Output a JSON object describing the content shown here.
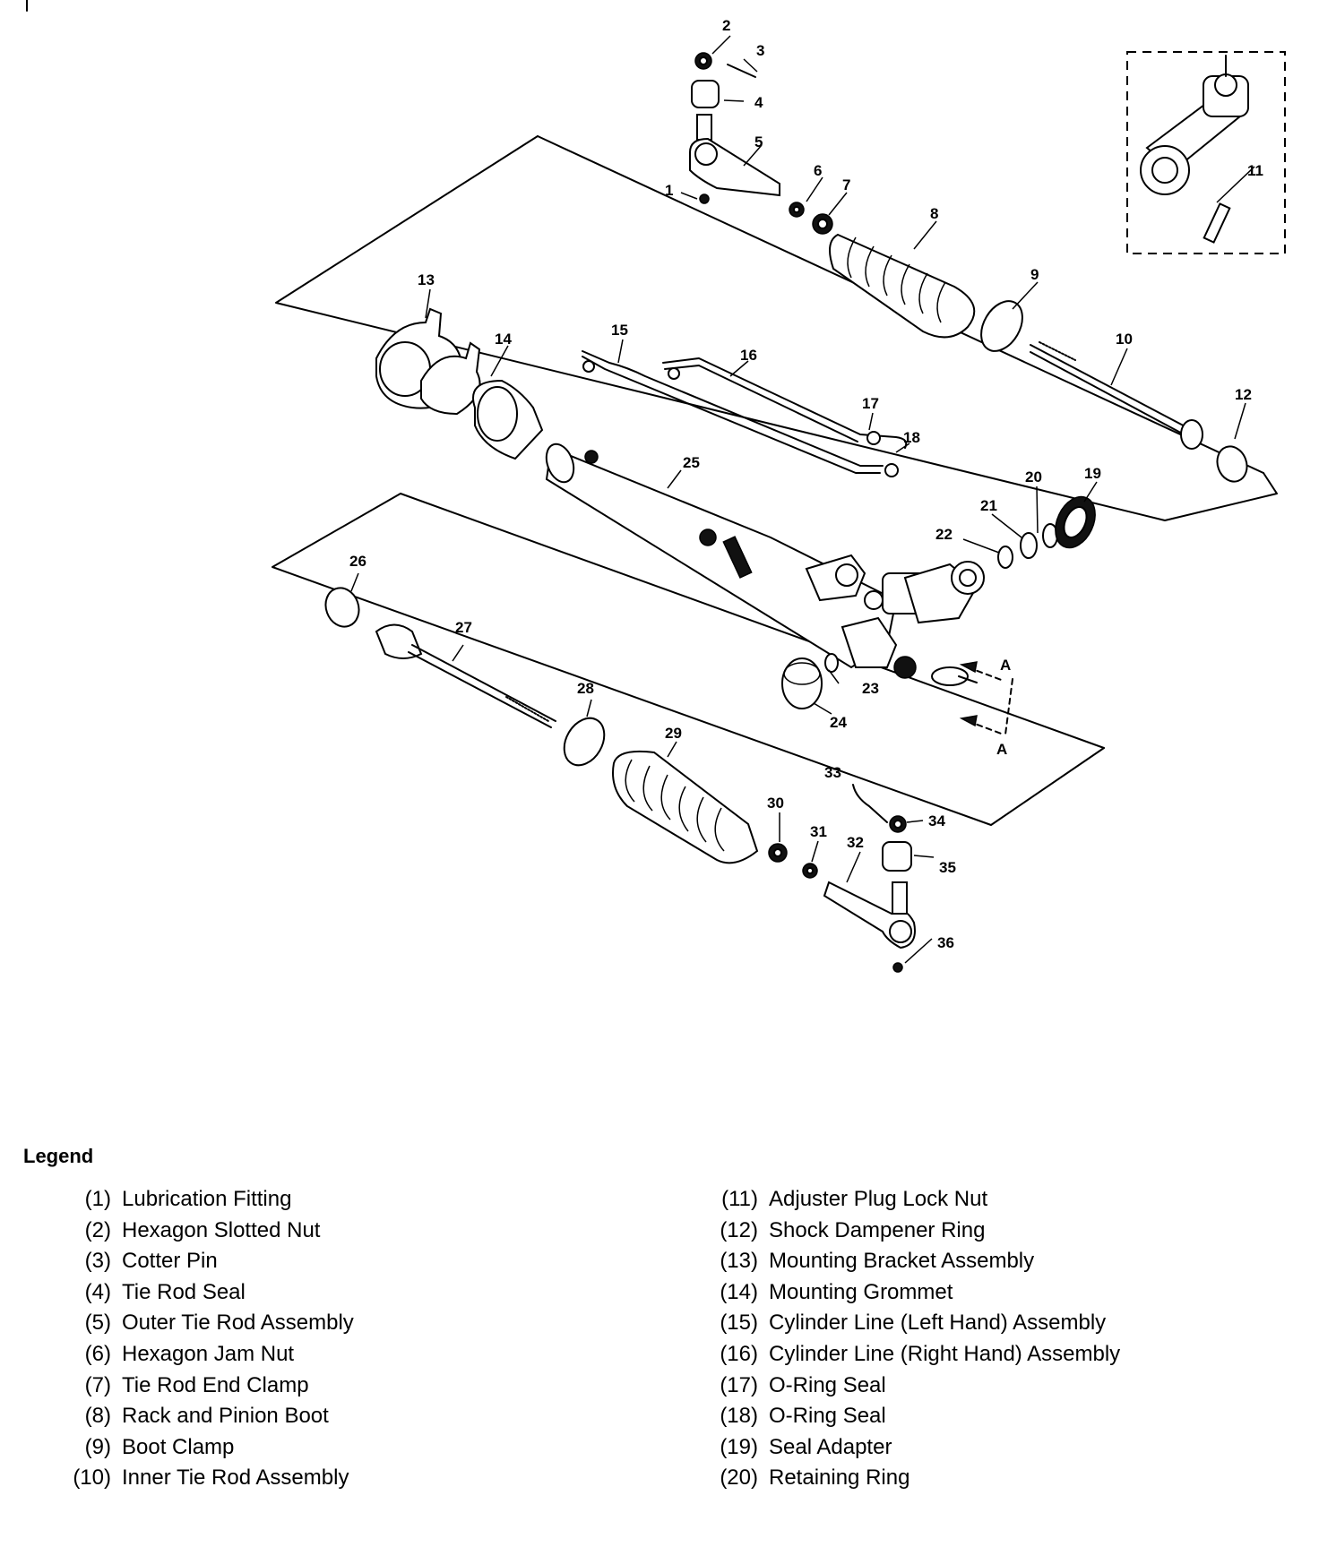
{
  "diagram": {
    "callouts": [
      "1",
      "2",
      "3",
      "4",
      "5",
      "6",
      "7",
      "8",
      "9",
      "10",
      "11",
      "12",
      "13",
      "14",
      "15",
      "16",
      "17",
      "18",
      "19",
      "20",
      "21",
      "22",
      "23",
      "24",
      "25",
      "26",
      "27",
      "28",
      "29",
      "30",
      "31",
      "32",
      "33",
      "34",
      "35",
      "36"
    ],
    "view_marker": "A"
  },
  "legend": {
    "title": "Legend",
    "left": [
      {
        "num": "(1)",
        "label": "Lubrication Fitting"
      },
      {
        "num": "(2)",
        "label": "Hexagon Slotted Nut"
      },
      {
        "num": "(3)",
        "label": "Cotter Pin"
      },
      {
        "num": "(4)",
        "label": "Tie Rod Seal"
      },
      {
        "num": "(5)",
        "label": "Outer Tie Rod Assembly"
      },
      {
        "num": "(6)",
        "label": "Hexagon Jam Nut"
      },
      {
        "num": "(7)",
        "label": "Tie Rod End Clamp"
      },
      {
        "num": "(8)",
        "label": "Rack and Pinion Boot"
      },
      {
        "num": "(9)",
        "label": "Boot Clamp"
      },
      {
        "num": "(10)",
        "label": "Inner Tie Rod Assembly"
      }
    ],
    "right": [
      {
        "num": "(11)",
        "label": "Adjuster Plug Lock Nut"
      },
      {
        "num": "(12)",
        "label": "Shock Dampener Ring"
      },
      {
        "num": "(13)",
        "label": "Mounting Bracket Assembly"
      },
      {
        "num": "(14)",
        "label": "Mounting Grommet"
      },
      {
        "num": "(15)",
        "label": "Cylinder Line (Left Hand) Assembly"
      },
      {
        "num": "(16)",
        "label": "Cylinder Line (Right Hand) Assembly"
      },
      {
        "num": "(17)",
        "label": "O-Ring Seal"
      },
      {
        "num": "(18)",
        "label": "O-Ring Seal"
      },
      {
        "num": "(19)",
        "label": "Seal Adapter"
      },
      {
        "num": "(20)",
        "label": "Retaining Ring"
      }
    ]
  }
}
